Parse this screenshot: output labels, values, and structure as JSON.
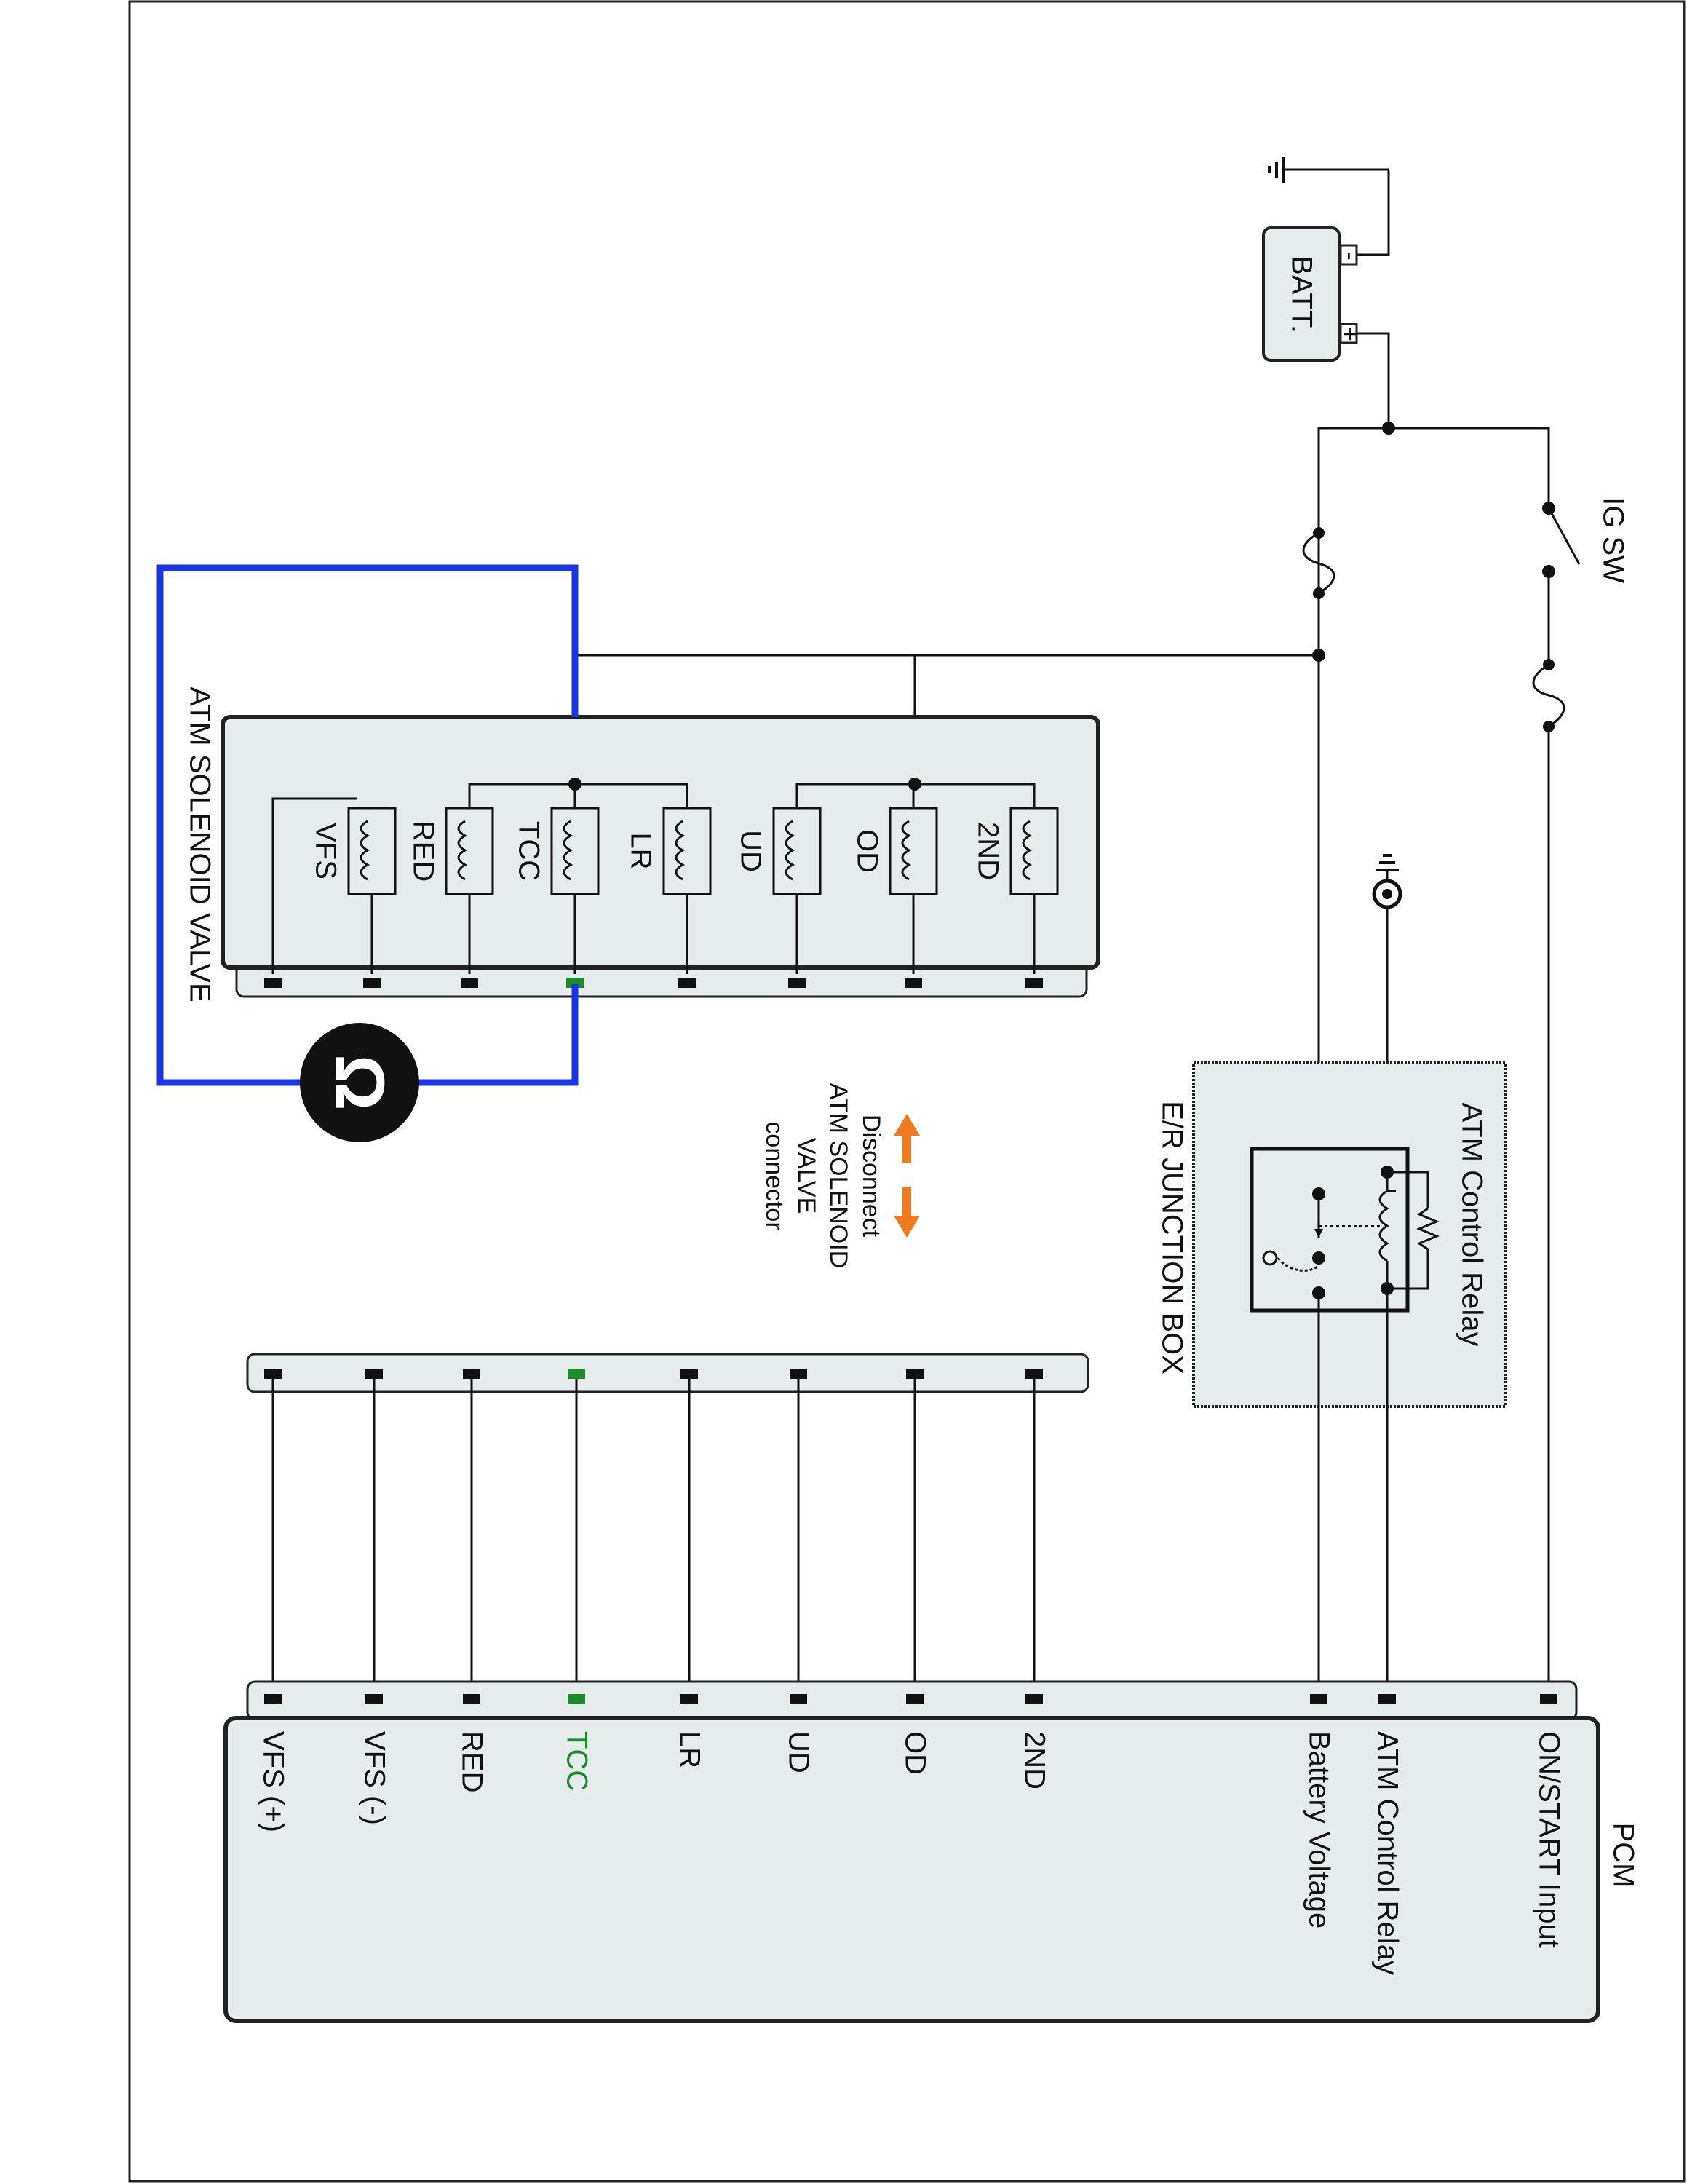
{
  "colors": {
    "panel": "#e6ecec",
    "meter_wire": "#1a35e6",
    "highlight": "#1e8a2a",
    "arrow": "#f07a1e",
    "meter": "#111111"
  },
  "components": {
    "battery": "BATT.",
    "battery_neg": "-",
    "battery_pos": "+",
    "ignition_switch": "IG SW",
    "junction_box": "E/R JUNCTION BOX",
    "relay": "ATM Control Relay",
    "solenoid_block": "ATM SOLENOID VALVE",
    "pcm": "PCM",
    "meter_icon": "ohm-meter-icon",
    "meter_symbol": "Ω"
  },
  "solenoids": [
    "2ND",
    "OD",
    "UD",
    "LR",
    "TCC",
    "RED",
    "VFS"
  ],
  "pcm_pins": [
    "ON/START Input",
    "ATM Control Relay",
    "Battery Voltage",
    "2ND",
    "OD",
    "UD",
    "LR",
    "TCC",
    "RED",
    "VFS (-)",
    "VFS (+)"
  ],
  "note": {
    "line1": "Disconnect",
    "line2": "ATM SOLENOID",
    "line3": "VALVE",
    "line4": "connector"
  },
  "highlighted_terminal": "TCC"
}
